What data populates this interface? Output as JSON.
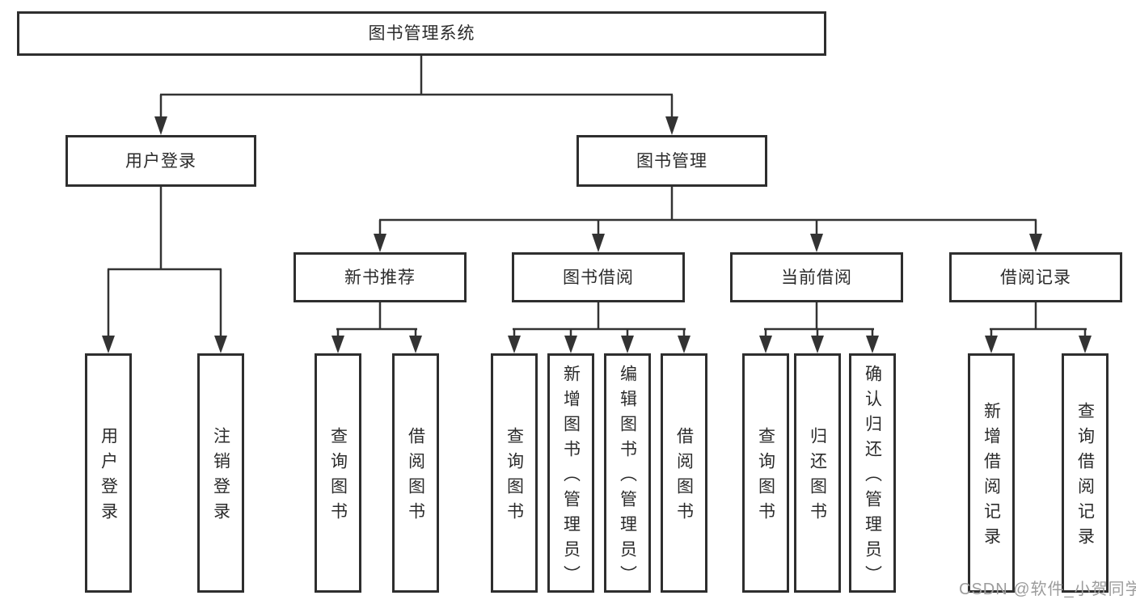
{
  "diagram": {
    "root": "图书管理系统",
    "branches": [
      {
        "label": "用户登录",
        "leaves": [
          "用户登录",
          "注销登录"
        ]
      },
      {
        "label": "图书管理",
        "groups": [
          {
            "label": "新书推荐",
            "leaves": [
              "查询图书",
              "借阅图书"
            ]
          },
          {
            "label": "图书借阅",
            "leaves": [
              "查询图书",
              "新增图书（管理员）",
              "编辑图书（管理员）",
              "借阅图书"
            ]
          },
          {
            "label": "当前借阅",
            "leaves": [
              "查询图书",
              "归还图书",
              "确认归还（管理员）"
            ]
          },
          {
            "label": "借阅记录",
            "leaves": [
              "新增借阅记录",
              "查询借阅记录"
            ]
          }
        ]
      }
    ]
  },
  "watermark": "CSDN @软件_小贺同学",
  "colors": {
    "line": "#333333",
    "border": "#2e2e2e",
    "text": "#2b2b2b",
    "watermark": "#9c9c9c",
    "background": "#ffffff"
  }
}
